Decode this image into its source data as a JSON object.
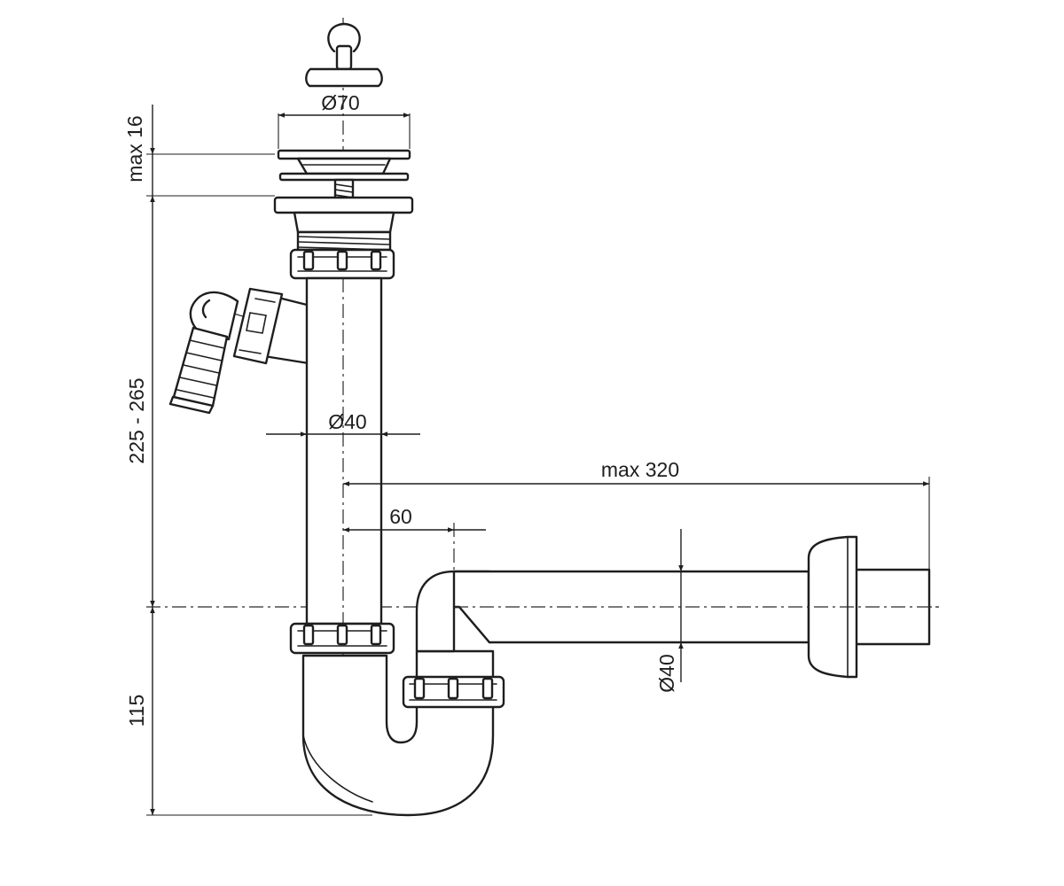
{
  "drawing": {
    "subject": "Sink siphon with overflow hose connector",
    "line_color": "#1e1e1e",
    "background_color": "#ffffff"
  },
  "dimensions": {
    "plug_diameter": "Ø70",
    "max_thickness": "max 16",
    "height_range": "225 - 265",
    "pipe_diameter_vertical": "Ø40",
    "max_length": "max 320",
    "offset": "60",
    "pipe_diameter_horizontal": "Ø40",
    "trap_depth": "115"
  }
}
